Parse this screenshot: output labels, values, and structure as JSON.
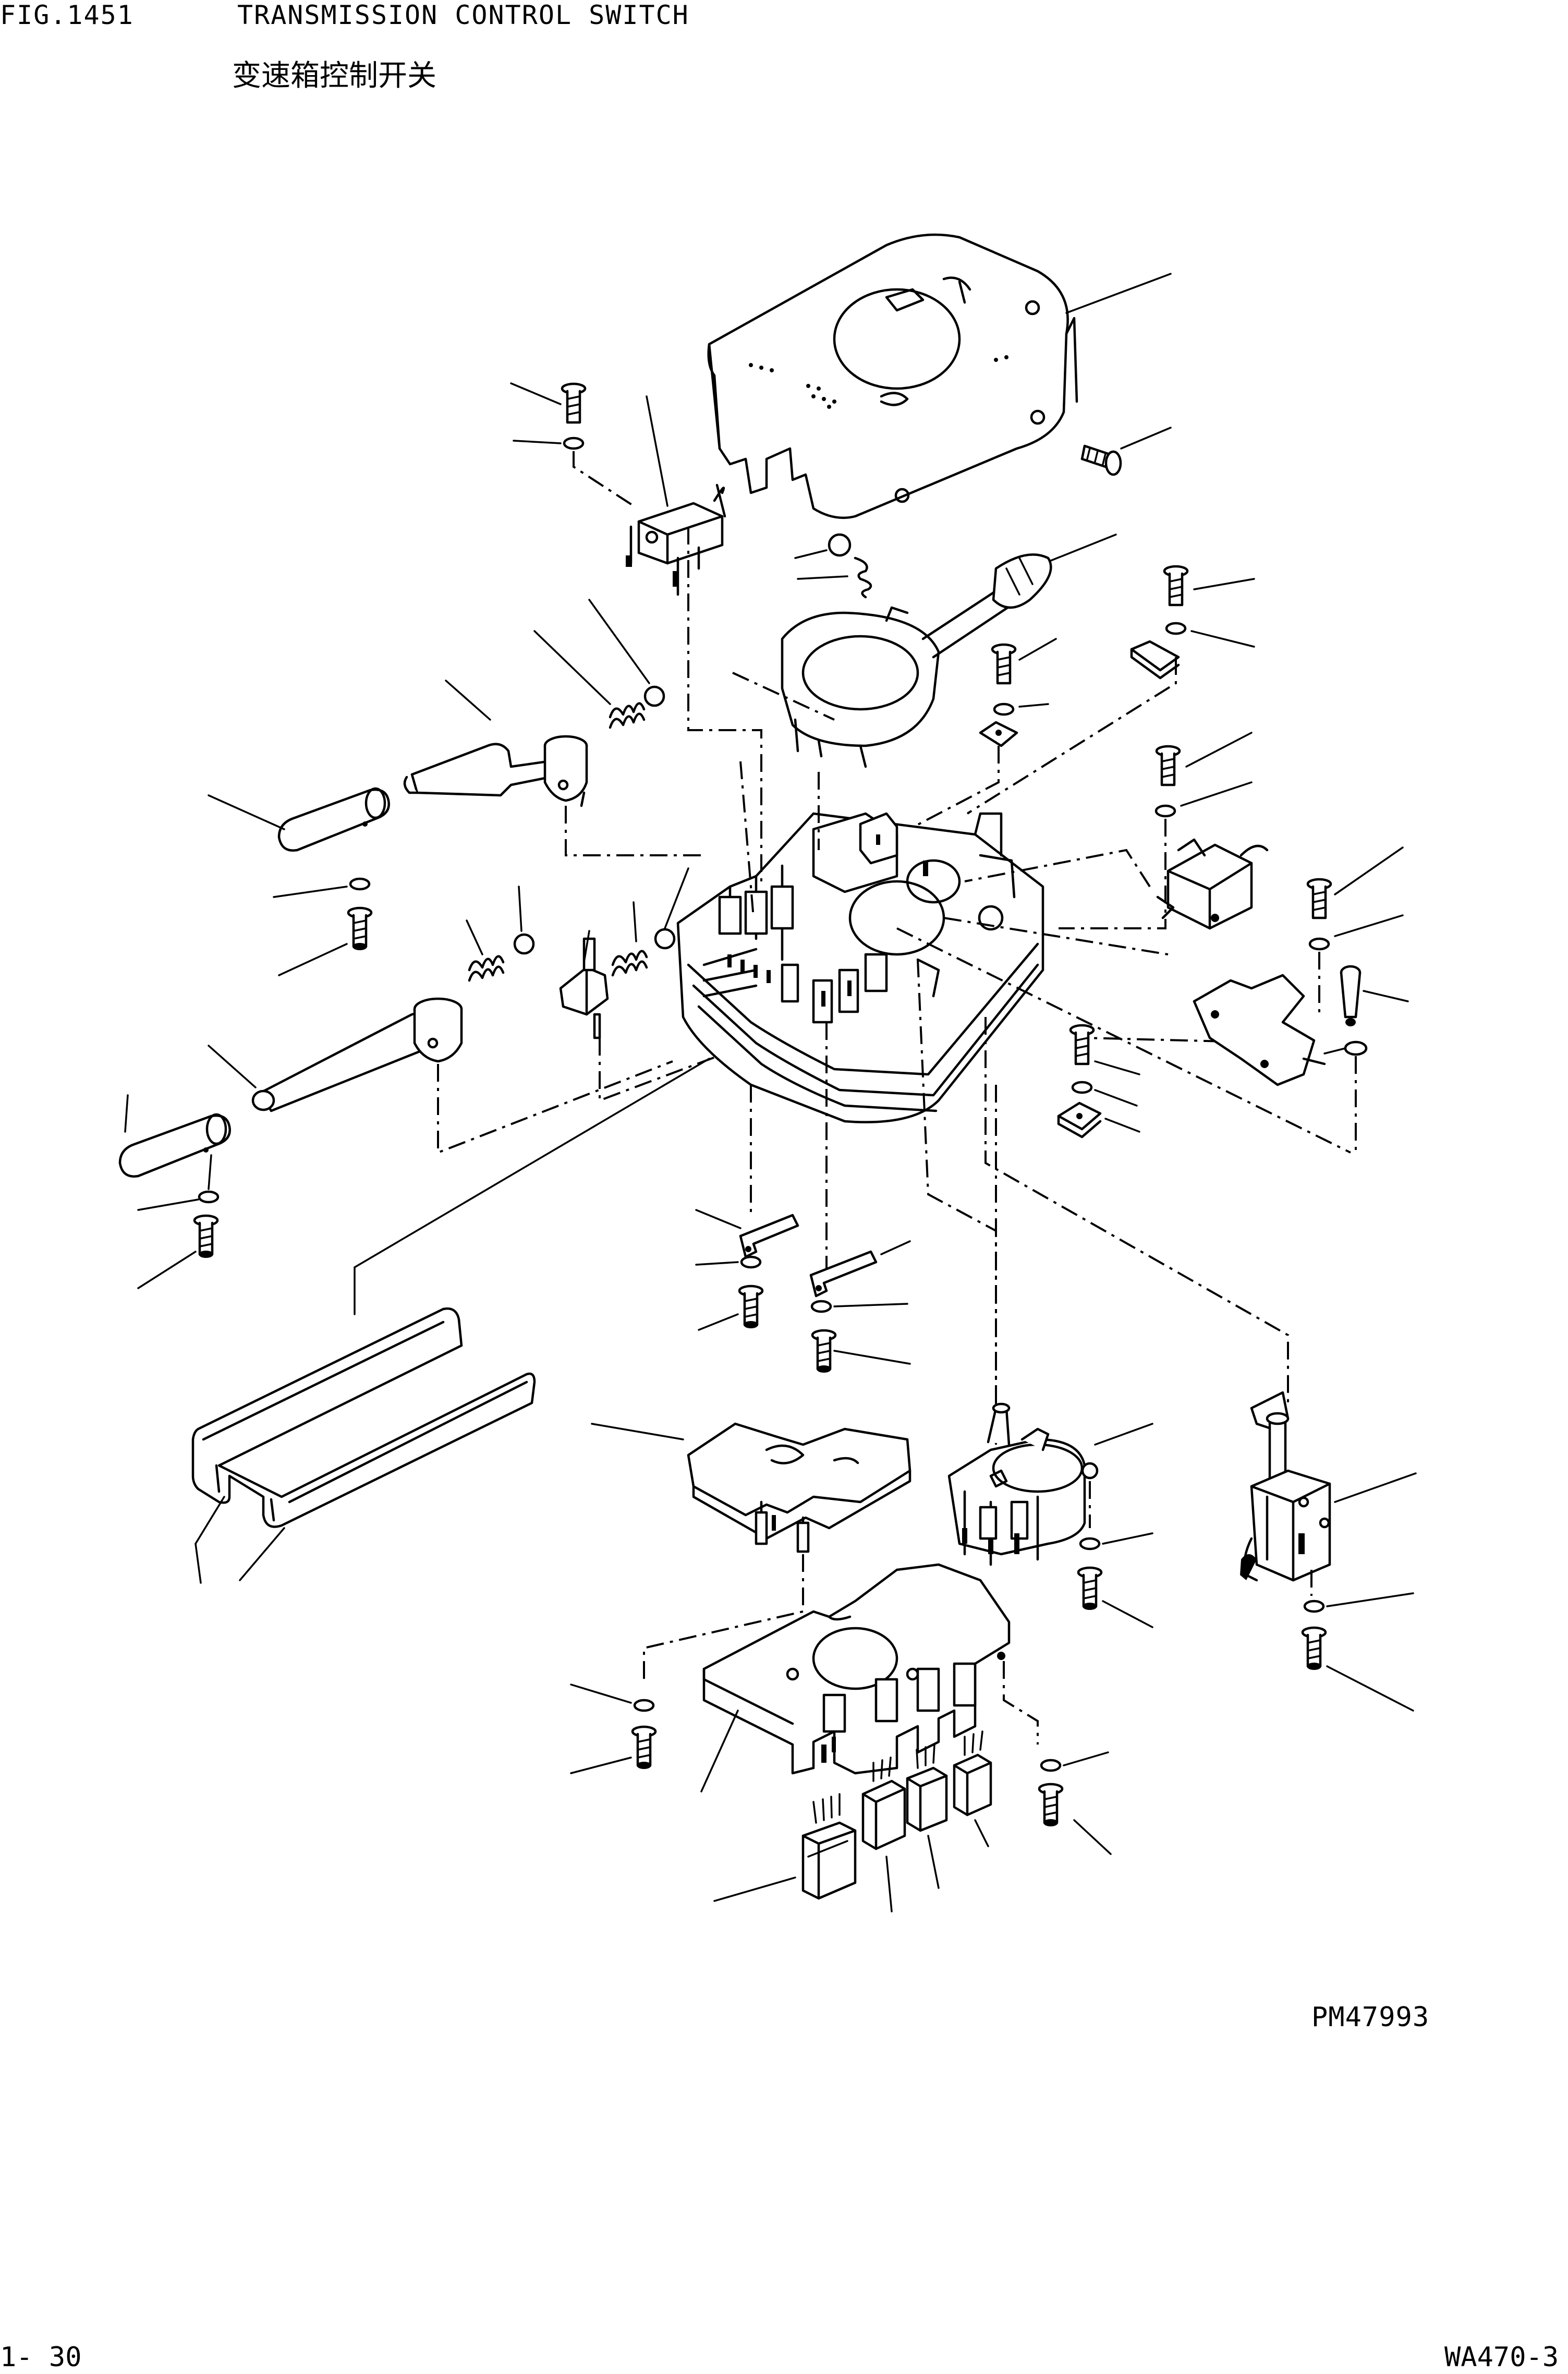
{
  "header": {
    "fig_number": "FIG.1451",
    "title_en": "TRANSMISSION CONTROL SWITCH",
    "title_cn": "变速箱控制开关"
  },
  "drawing": {
    "reference_code": "PM47993"
  },
  "footer": {
    "page": "1- 30",
    "model": "WA470-3"
  }
}
